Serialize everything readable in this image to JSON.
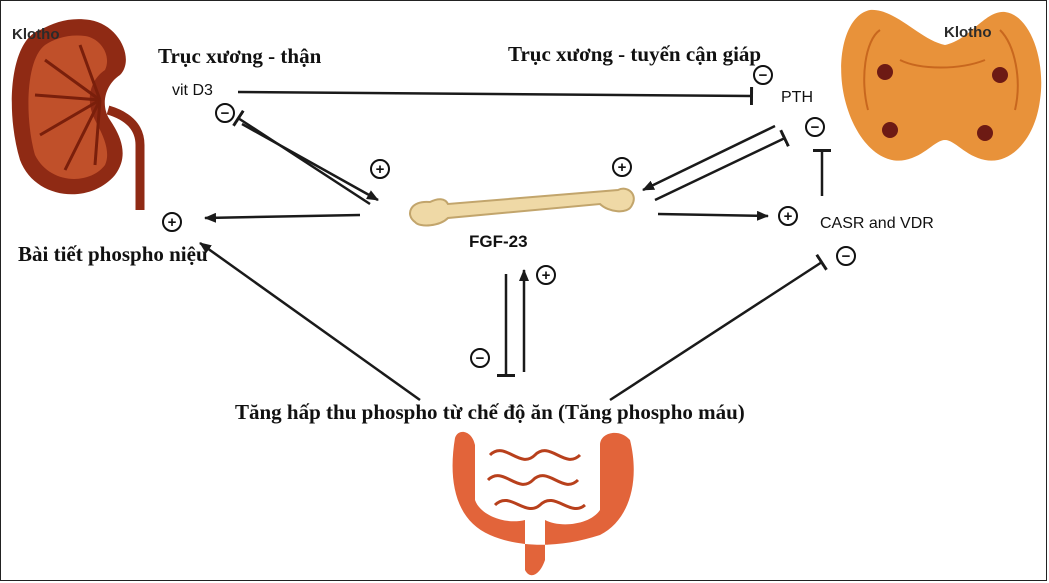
{
  "labels": {
    "kidney_axis": "Trục xương - thận",
    "parathyroid_axis": "Trục xương - tuyến cận giáp",
    "vit_d3": "vit D3",
    "pth": "PTH",
    "fgf23": "FGF-23",
    "casr_vdr": "CASR and VDR",
    "phosphate_excretion": "Bài tiết phospho niệu",
    "dietary_absorption": "Tăng hấp thu phospho từ chế độ ăn (Tăng phospho máu)",
    "klotho_left": "Klotho",
    "klotho_right": "Klotho"
  },
  "signs": {
    "plus": "+",
    "minus": "−"
  },
  "colors": {
    "kidney": "#8f2a14",
    "kidney_inner": "#c0502a",
    "thyroid": "#e8923a",
    "thyroid_dark": "#c8671e",
    "bone": "#efd9a6",
    "intestine": "#e2643a",
    "arrow": "#1a1a1a"
  }
}
